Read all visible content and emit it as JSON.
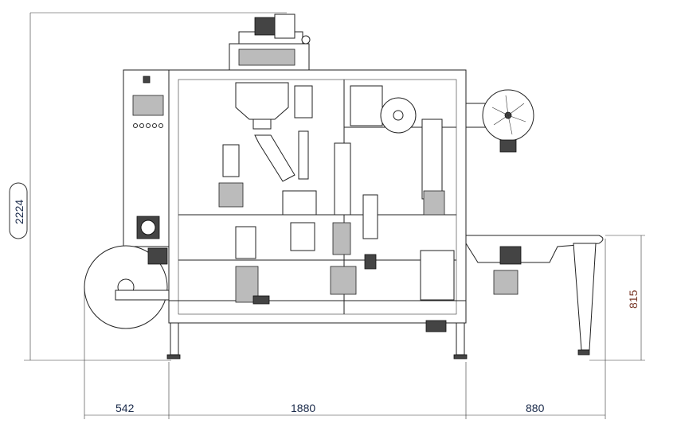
{
  "dimensions": {
    "overall_height": "2224",
    "conveyor_height": "815",
    "left_reel_width": "542",
    "main_frame_width": "1880",
    "conveyor_width": "880"
  },
  "colors": {
    "line": "#222222",
    "dimension_text": "#1a2a4a",
    "dimension_text_alt": "#7a3a2a"
  }
}
